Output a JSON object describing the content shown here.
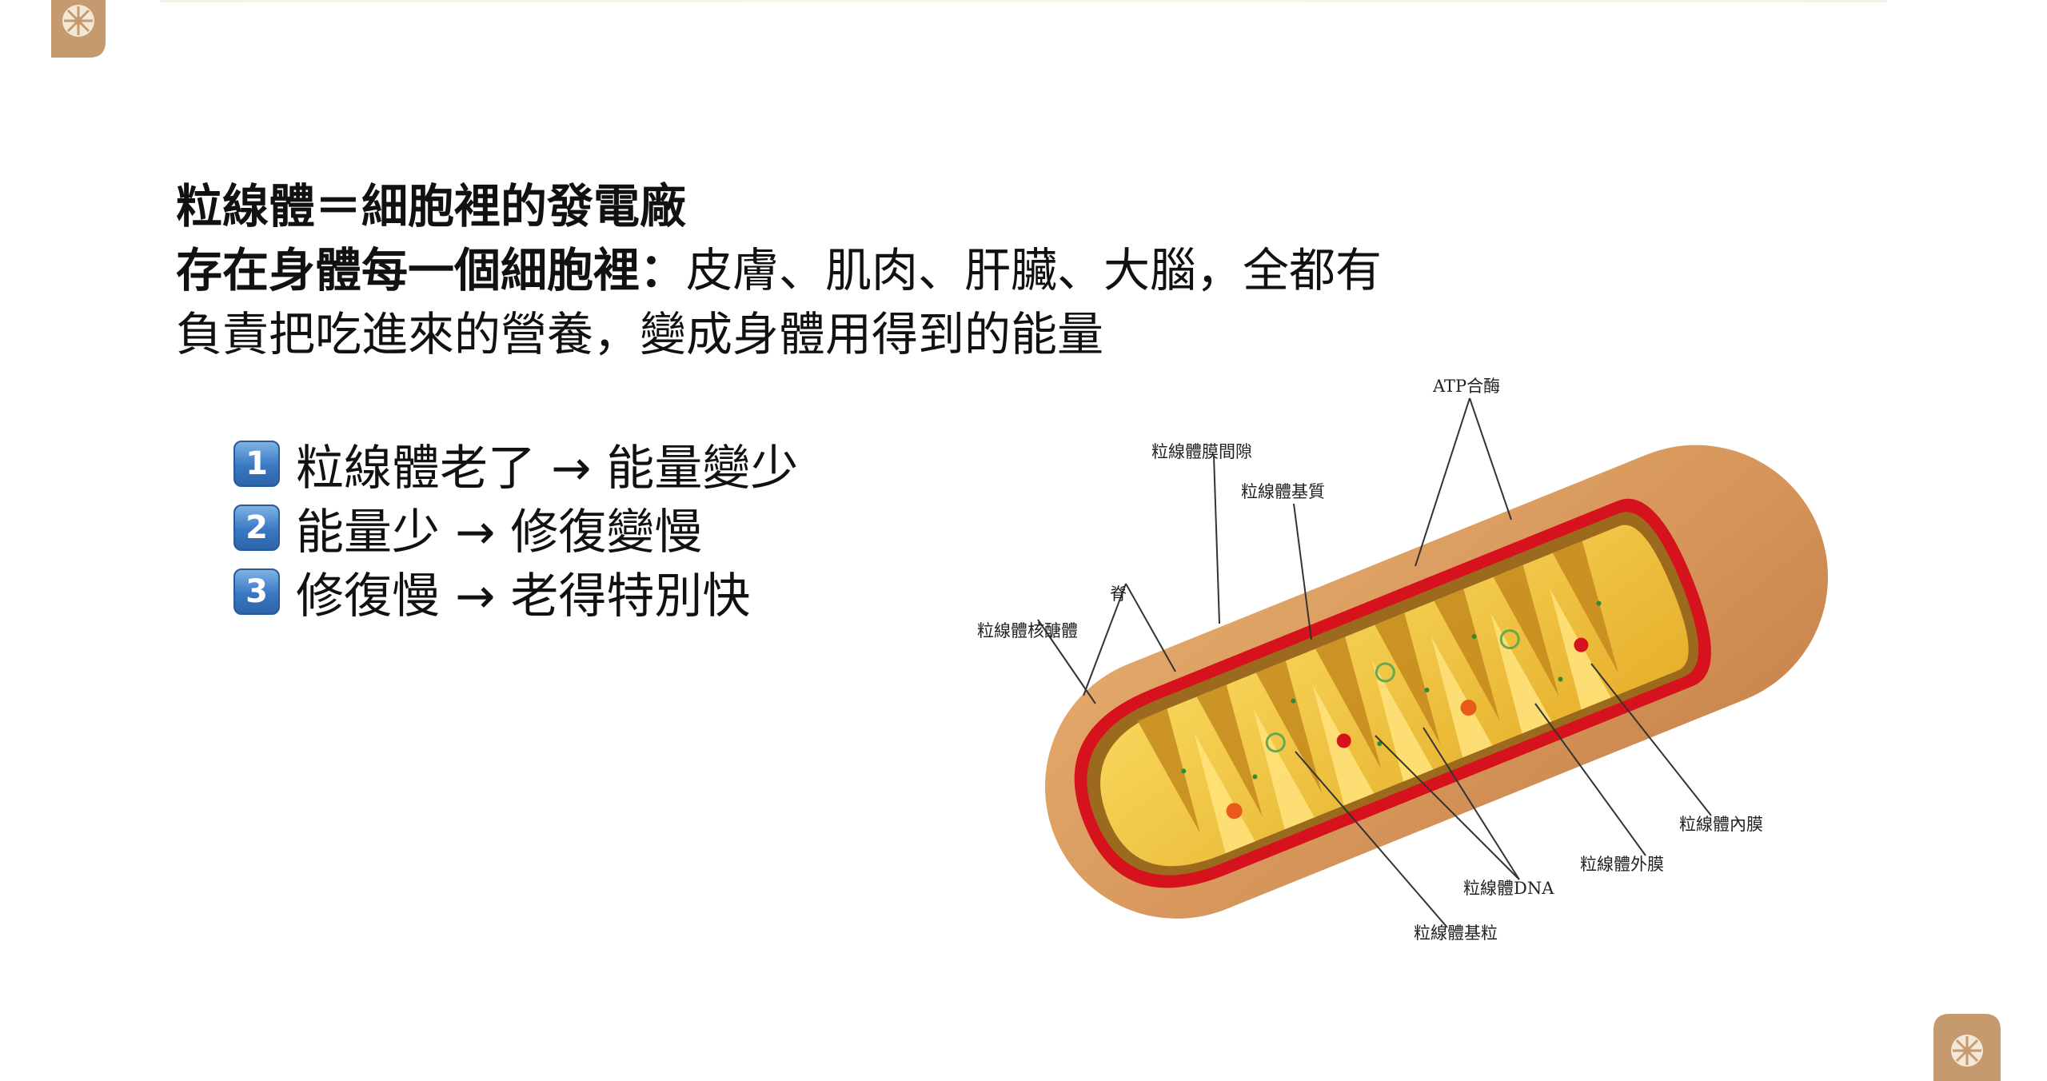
{
  "heading": {
    "title": "粒線體＝細胞裡的發電廠",
    "line2_bold": "存在身體每一個細胞裡：",
    "line2_normal": "皮膚、肌肉、肝臟、大腦，全都有",
    "line3": "負責把吃進來的營養，變成身體用得到的能量"
  },
  "points": [
    {
      "num": "1",
      "text": "粒線體老了 → 能量變少"
    },
    {
      "num": "2",
      "text": "能量少 → 修復變慢"
    },
    {
      "num": "3",
      "text": "修復慢 → 老得特別快"
    }
  ],
  "diagram": {
    "labels": {
      "atp_synthase": "ATP合酶",
      "intermembrane_space": "粒線體膜間隙",
      "matrix": "粒線體基質",
      "cristae": "脊",
      "ribosome": "粒線體核醣體",
      "inner_membrane": "粒線體內膜",
      "outer_membrane": "粒線體外膜",
      "dna": "粒線體DNA",
      "granule": "粒線體基粒"
    },
    "colors": {
      "outer": "#d99b5e",
      "membrane": "#d6121c",
      "matrix": "#f0c23a"
    }
  }
}
